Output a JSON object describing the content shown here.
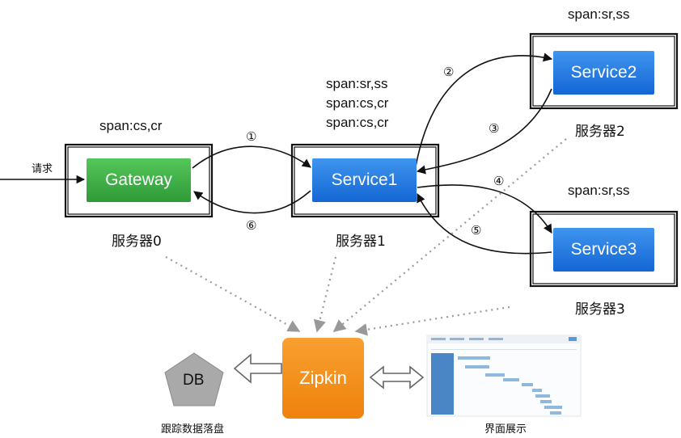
{
  "nodes": {
    "gateway": "Gateway",
    "service1": "Service1",
    "service2": "Service2",
    "service3": "Service3",
    "zipkin": "Zipkin",
    "db": "DB"
  },
  "servers": {
    "s0": "服务器0",
    "s1": "服务器1",
    "s2": "服务器2",
    "s3": "服务器3"
  },
  "spans": {
    "gateway": "span:cs,cr",
    "service1": [
      "span:sr,ss",
      "span:cs,cr",
      "span:cs,cr"
    ],
    "service2": "span:sr,ss",
    "service3": "span:sr,ss"
  },
  "request_label": "请求",
  "steps": [
    "①",
    "②",
    "③",
    "④",
    "⑤",
    "⑥"
  ],
  "db_caption": "跟踪数据落盘",
  "ui_caption": "界面展示",
  "colors": {
    "service": "#1f78e0",
    "gateway": "#3cb043",
    "zipkin": "#f28c1a",
    "db": "#a3a3a3"
  }
}
